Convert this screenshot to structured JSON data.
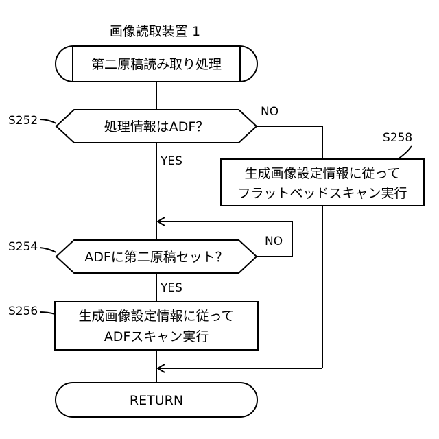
{
  "title": "画像読取装置 1",
  "start": {
    "label": "第二原稿読み取り処理"
  },
  "decision_adf": {
    "step": "S252",
    "label": "処理情報はADF？",
    "yes": "YES",
    "no": "NO"
  },
  "flatbed_process": {
    "step": "S258",
    "line1": "生成画像設定情報に従って",
    "line2": "フラットベッドスキャン実行"
  },
  "decision_set": {
    "step": "S254",
    "label": "ADFに第二原稿セット？",
    "yes": "YES",
    "no": "NO"
  },
  "adf_process": {
    "step": "S256",
    "line1": "生成画像設定情報に従って",
    "line2": "ADFスキャン実行"
  },
  "end": {
    "label": "RETURN"
  }
}
